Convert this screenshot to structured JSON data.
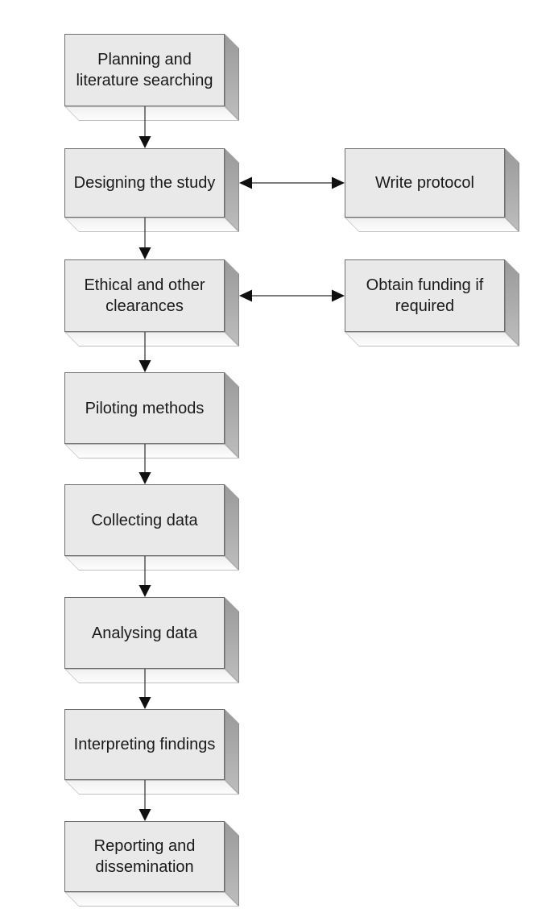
{
  "diagram": {
    "type": "flowchart",
    "background_color": "#ffffff",
    "colors": {
      "node_face": "#e9e9e9",
      "node_side": "#a8a8a8",
      "node_bottom": "#f9f9f9",
      "node_border": "#6e6e6e",
      "arrow": "#1a1a1a",
      "text": "#1a1a1a"
    },
    "nodes": {
      "planning": {
        "lines": [
          "Planning and",
          "literature searching"
        ]
      },
      "designing": {
        "lines": [
          "Designing the study"
        ]
      },
      "ethical": {
        "lines": [
          "Ethical and other",
          "clearances"
        ]
      },
      "piloting": {
        "lines": [
          "Piloting methods"
        ]
      },
      "collecting": {
        "lines": [
          "Collecting data"
        ]
      },
      "analysing": {
        "lines": [
          "Analysing data"
        ]
      },
      "interpreting": {
        "lines": [
          "Interpreting findings"
        ]
      },
      "reporting": {
        "lines": [
          "Reporting and",
          "dissemination"
        ]
      },
      "write_protocol": {
        "lines": [
          "Write protocol"
        ]
      },
      "obtain_funding": {
        "lines": [
          "Obtain funding if",
          "required"
        ]
      }
    },
    "edges": [
      {
        "from": "planning",
        "to": "designing",
        "style": "arrow-down"
      },
      {
        "from": "designing",
        "to": "ethical",
        "style": "arrow-down"
      },
      {
        "from": "ethical",
        "to": "piloting",
        "style": "arrow-down"
      },
      {
        "from": "piloting",
        "to": "collecting",
        "style": "arrow-down"
      },
      {
        "from": "collecting",
        "to": "analysing",
        "style": "arrow-down"
      },
      {
        "from": "analysing",
        "to": "interpreting",
        "style": "arrow-down"
      },
      {
        "from": "interpreting",
        "to": "reporting",
        "style": "arrow-down"
      },
      {
        "from": "designing",
        "to": "write_protocol",
        "style": "double-arrow"
      },
      {
        "from": "ethical",
        "to": "obtain_funding",
        "style": "double-arrow"
      }
    ]
  }
}
